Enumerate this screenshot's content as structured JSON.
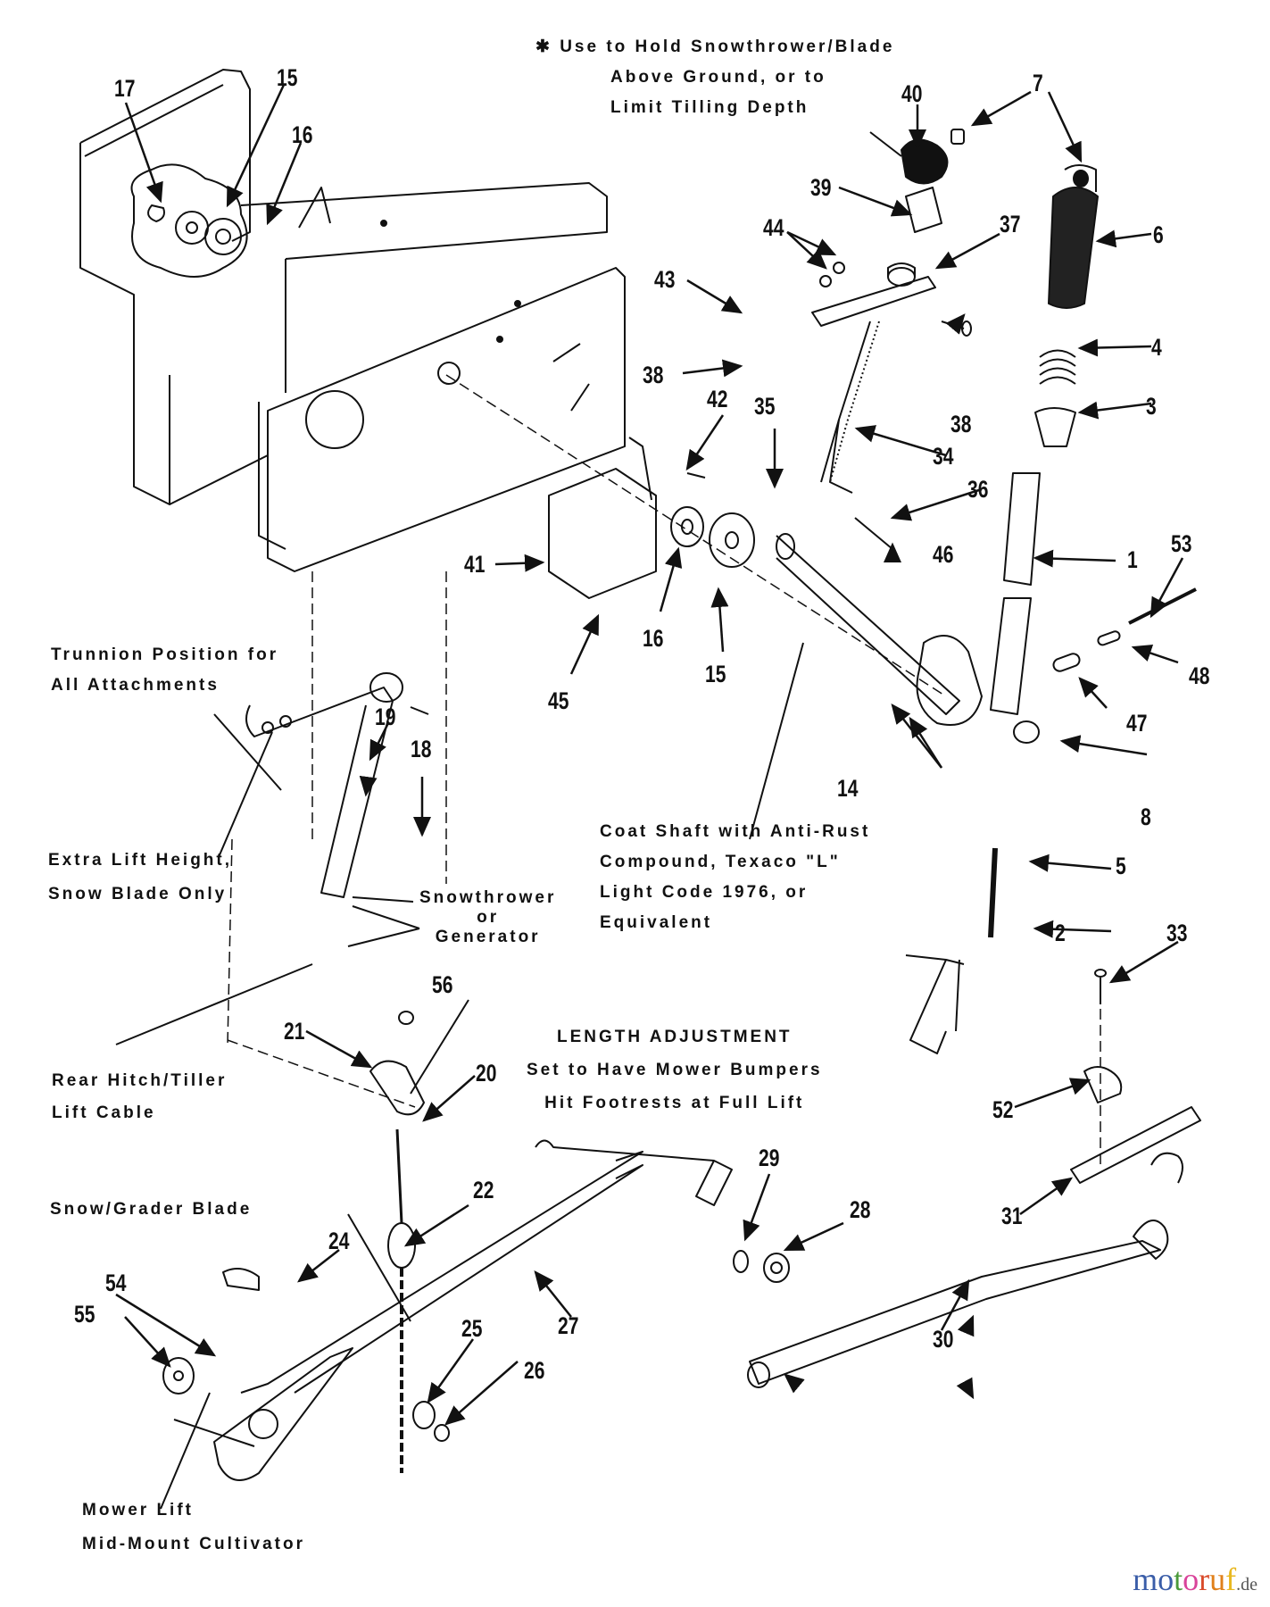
{
  "diagram": {
    "title": "Lift linkage exploded parts diagram",
    "watermark": {
      "letters": [
        {
          "ch": "m",
          "color": "#3a5da8"
        },
        {
          "ch": "o",
          "color": "#3a5da8"
        },
        {
          "ch": "t",
          "color": "#4a9a3a"
        },
        {
          "ch": "o",
          "color": "#d9449a"
        },
        {
          "ch": "r",
          "color": "#d94a2a"
        },
        {
          "ch": "u",
          "color": "#e0801a"
        },
        {
          "ch": "f",
          "color": "#e8b820"
        }
      ],
      "suffix": ".de"
    },
    "notes": {
      "hold_snowthrower": [
        "✱ Use to Hold Snowthrower/Blade",
        "Above Ground, or to",
        "Limit Tilling Depth"
      ],
      "trunnion": [
        "Trunnion Position for",
        "All Attachments"
      ],
      "extra_lift": [
        "Extra Lift Height,",
        "Snow Blade Only"
      ],
      "snowthrower_generator": [
        "Snowthrower",
        "or",
        "Generator"
      ],
      "coat_shaft": [
        "Coat Shaft with Anti-Rust",
        "Compound, Texaco \"L\"",
        "Light Code 1976, or",
        "Equivalent"
      ],
      "length_adjustment": [
        "LENGTH ADJUSTMENT",
        "Set to Have Mower Bumpers",
        "Hit Footrests at Full Lift"
      ],
      "rear_hitch": [
        "Rear Hitch/Tiller",
        "Lift Cable"
      ],
      "snow_grader": [
        "Snow/Grader Blade"
      ],
      "mower_lift": [
        "Mower Lift",
        "Mid-Mount Cultivator"
      ]
    },
    "part_numbers": {
      "p17": "17",
      "p15a": "15",
      "p16a": "16",
      "p40": "40",
      "p7": "7",
      "p39": "39",
      "p37": "37",
      "p44": "44",
      "p6": "6",
      "p43": "43",
      "p38a": "38",
      "p38b": "38",
      "p4": "4",
      "p42": "42",
      "p35": "35",
      "p34": "34",
      "p3": "3",
      "p36": "36",
      "p41": "41",
      "p46": "46",
      "p1": "1",
      "p53": "53",
      "p48": "48",
      "p16b": "16",
      "p15b": "15",
      "p45": "45",
      "p47": "47",
      "p19": "19",
      "p18": "18",
      "p14": "14",
      "p8": "8",
      "p5": "5",
      "p2": "2",
      "p33": "33",
      "p56": "56",
      "p21": "21",
      "p20": "20",
      "p52": "52",
      "p29": "29",
      "p28": "28",
      "p31": "31",
      "p22": "22",
      "p24": "24",
      "p27": "27",
      "p30": "30",
      "p54": "54",
      "p55": "55",
      "p25": "25",
      "p26": "26"
    }
  }
}
